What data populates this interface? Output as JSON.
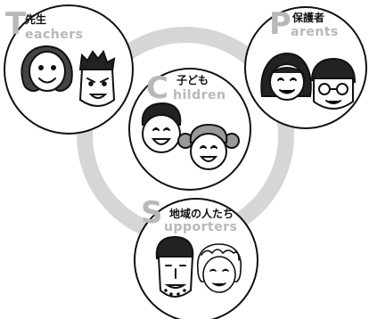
{
  "nodes": {
    "teachers": {
      "initial": "T",
      "rest": "eachers",
      "japanese": "先生"
    },
    "parents": {
      "initial": "P",
      "rest": "arents",
      "japanese": "保護者"
    },
    "children": {
      "initial": "C",
      "rest": "hildren",
      "japanese": "子ども"
    },
    "supporters": {
      "initial": "S",
      "rest": "upporters",
      "japanese": "地域の人たち"
    }
  },
  "colors": {
    "ring": "#d6d6d6",
    "circle_stroke": "#111111",
    "initial_letter": "#b8b8b8",
    "japanese_text": "#111111"
  },
  "icons": [
    "teacher-woman-face-icon",
    "teacher-man-face-icon",
    "parent-mother-face-icon",
    "parent-father-face-icon",
    "child-boy-face-icon",
    "child-girl-face-icon",
    "supporter-man-face-icon",
    "supporter-elder-face-icon"
  ]
}
